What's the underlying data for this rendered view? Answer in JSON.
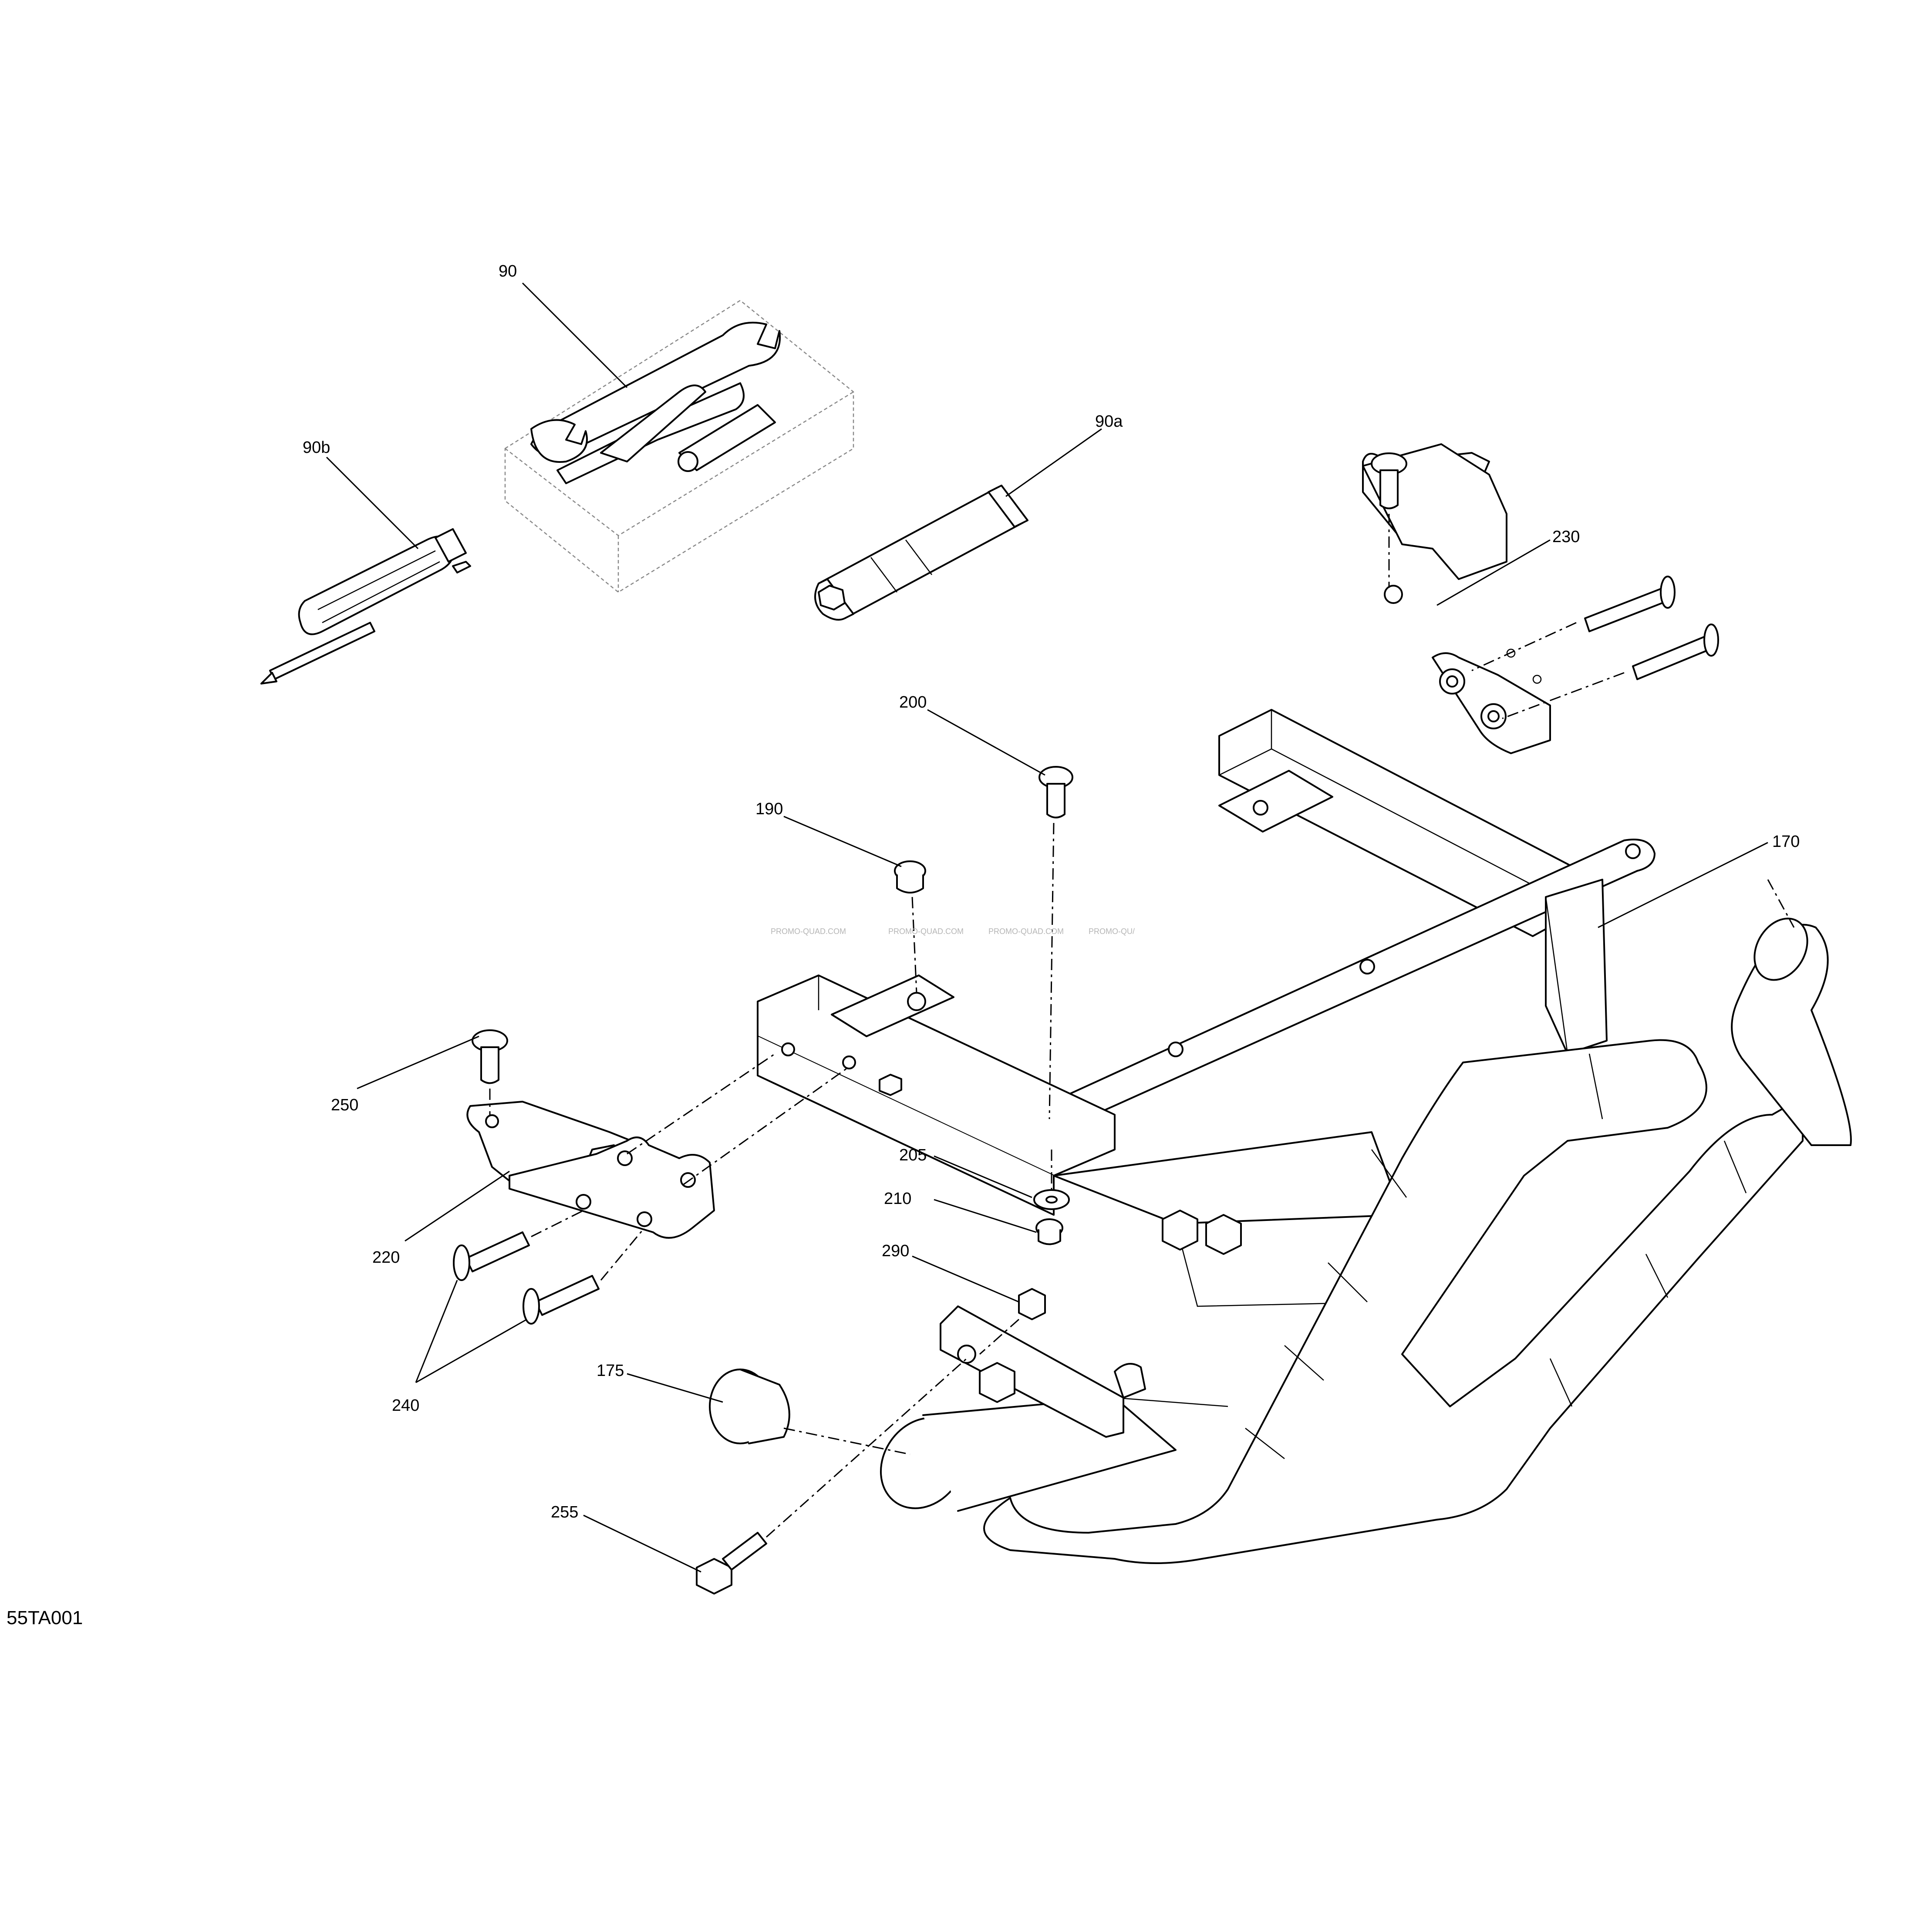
{
  "diagram": {
    "reference_code": "55TA001",
    "watermark": "PROMO-QUAD.COM",
    "watermark_tail": "PROMO-QU/",
    "callouts": [
      {
        "id": "c90",
        "label": "90"
      },
      {
        "id": "c90b",
        "label": "90b"
      },
      {
        "id": "c90a",
        "label": "90a"
      },
      {
        "id": "c230",
        "label": "230"
      },
      {
        "id": "c200",
        "label": "200"
      },
      {
        "id": "c190",
        "label": "190"
      },
      {
        "id": "c170",
        "label": "170"
      },
      {
        "id": "c250",
        "label": "250"
      },
      {
        "id": "c205",
        "label": "205"
      },
      {
        "id": "c210",
        "label": "210"
      },
      {
        "id": "c220",
        "label": "220"
      },
      {
        "id": "c290",
        "label": "290"
      },
      {
        "id": "c240",
        "label": "240"
      },
      {
        "id": "c175",
        "label": "175"
      },
      {
        "id": "c255",
        "label": "255"
      }
    ]
  }
}
